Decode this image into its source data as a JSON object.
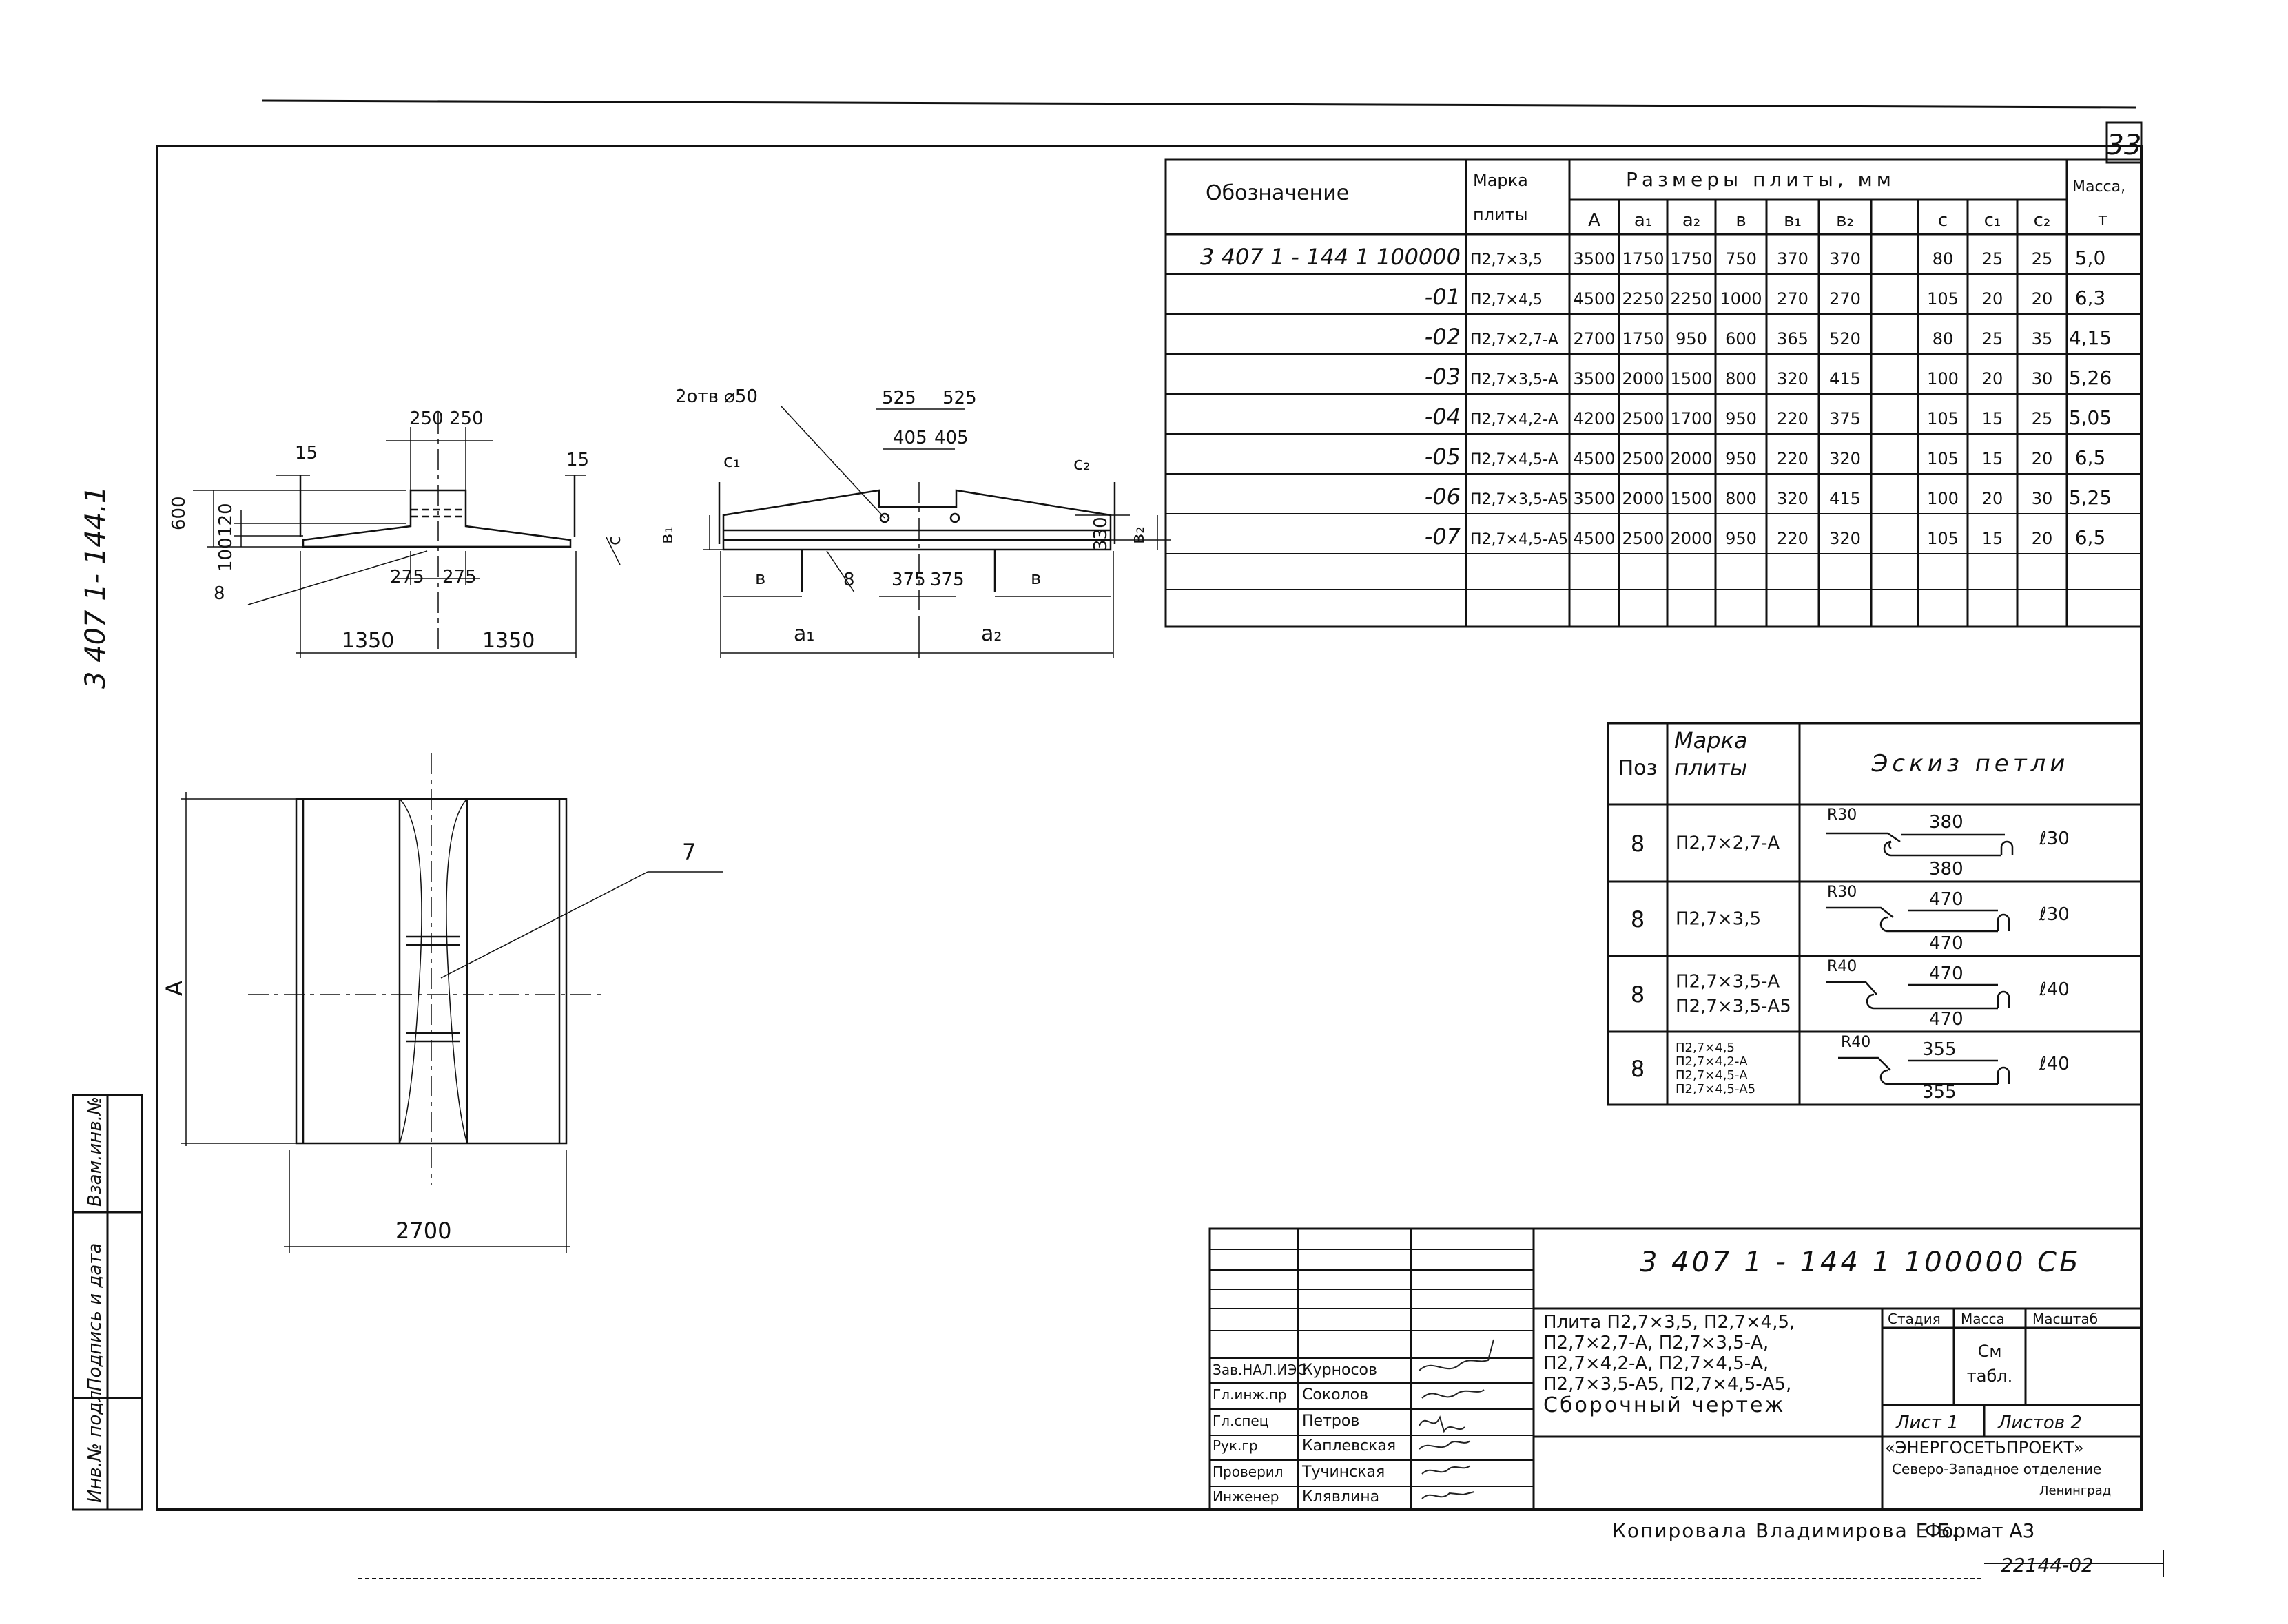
{
  "sheet_number": "33",
  "side_code": "3 407 1- 144.1",
  "main_table": {
    "hdr_designation": "Обозначение",
    "hdr_mark_1": "Марка",
    "hdr_mark_2": "плиты",
    "hdr_sizes": "Размеры плиты, мм",
    "hdr_mass_1": "Масса,",
    "hdr_mass_2": "т",
    "col_labels": [
      "A",
      "a₁",
      "a₂",
      "в",
      "в₁",
      "в₂",
      "",
      "c",
      "c₁",
      "c₂"
    ],
    "rows": [
      {
        "des": "3 407 1 - 144 1 100000",
        "mark": "П2,7×3,5",
        "vals": [
          "3500",
          "1750",
          "1750",
          "750",
          "370",
          "370",
          "",
          "80",
          "25",
          "25"
        ],
        "mass": "5,0"
      },
      {
        "des": "-01",
        "mark": "П2,7×4,5",
        "vals": [
          "4500",
          "2250",
          "2250",
          "1000",
          "270",
          "270",
          "",
          "105",
          "20",
          "20"
        ],
        "mass": "6,3"
      },
      {
        "des": "-02",
        "mark": "П2,7×2,7-А",
        "vals": [
          "2700",
          "1750",
          "950",
          "600",
          "365",
          "520",
          "",
          "80",
          "25",
          "35"
        ],
        "mass": "4,15"
      },
      {
        "des": "-03",
        "mark": "П2,7×3,5-А",
        "vals": [
          "3500",
          "2000",
          "1500",
          "800",
          "320",
          "415",
          "",
          "100",
          "20",
          "30"
        ],
        "mass": "5,26"
      },
      {
        "des": "-04",
        "mark": "П2,7×4,2-А",
        "vals": [
          "4200",
          "2500",
          "1700",
          "950",
          "220",
          "375",
          "",
          "105",
          "15",
          "25"
        ],
        "mass": "5,05"
      },
      {
        "des": "-05",
        "mark": "П2,7×4,5-А",
        "vals": [
          "4500",
          "2500",
          "2000",
          "950",
          "220",
          "320",
          "",
          "105",
          "15",
          "20"
        ],
        "mass": "6,5"
      },
      {
        "des": "-06",
        "mark": "П2,7×3,5-А5",
        "vals": [
          "3500",
          "2000",
          "1500",
          "800",
          "320",
          "415",
          "",
          "100",
          "20",
          "30"
        ],
        "mass": "5,25"
      },
      {
        "des": "-07",
        "mark": "П2,7×4,5-А5",
        "vals": [
          "4500",
          "2500",
          "2000",
          "950",
          "220",
          "320",
          "",
          "105",
          "15",
          "20"
        ],
        "mass": "6,5"
      }
    ]
  },
  "loop_table": {
    "hdr_pos": "Поз",
    "hdr_mark_1": "Марка",
    "hdr_mark_2": "плиты",
    "hdr_sketch": "Эскиз петли",
    "rows": [
      {
        "pos": "8",
        "marks": [
          "П2,7×2,7-А"
        ],
        "r": "R30",
        "top": "380",
        "bot": "380",
        "end": "ℓ30"
      },
      {
        "pos": "8",
        "marks": [
          "П2,7×3,5"
        ],
        "r": "R30",
        "top": "470",
        "bot": "470",
        "end": "ℓ30"
      },
      {
        "pos": "8",
        "marks": [
          "П2,7×3,5-А",
          "П2,7×3,5-А5"
        ],
        "r": "R40",
        "top": "470",
        "bot": "470",
        "end": "ℓ40"
      },
      {
        "pos": "8",
        "marks": [
          "П2,7×4,5",
          "П2,7×4,2-А",
          "П2,7×4,5-А",
          "П2,7×4,5-А5"
        ],
        "r": "R40",
        "top": "355",
        "bot": "355",
        "end": "ℓ40"
      }
    ]
  },
  "views": {
    "v1": {
      "d250a": "250",
      "d250b": "250",
      "d15a": "15",
      "d15b": "15",
      "d600": "600",
      "d120": "120",
      "d100": "100",
      "c": "c",
      "pos8": "8",
      "d275a": "275",
      "d275b": "275",
      "d1350a": "1350",
      "d1350b": "1350"
    },
    "v2": {
      "holes": "2отв ⌀50",
      "d525a": "525",
      "d525b": "525",
      "d405a": "405",
      "d405b": "405",
      "c1": "c₁",
      "c2": "c₂",
      "b1": "в₁",
      "b2": "в₂",
      "d330": "330",
      "b_left": "в",
      "b_right": "в",
      "pos8": "8",
      "d375a": "375",
      "d375b": "375",
      "a1": "a₁",
      "a2": "a₂"
    },
    "plan": {
      "pos7": "7",
      "A": "A",
      "d2700": "2700"
    }
  },
  "title_block": {
    "doc_code": "3 407 1 - 144 1 100000 СБ",
    "title_lines": [
      "Плита П2,7×3,5, П2,7×4,5,",
      "П2,7×2,7-А, П2,7×3,5-А,",
      "П2,7×4,2-А, П2,7×4,5-А,",
      "П2,7×3,5-А5, П2,7×4,5-А5,",
      "Сборочный чертеж"
    ],
    "stage": "Стадия",
    "mass": "Масса",
    "scale": "Масштаб",
    "mass_val_1": "См",
    "mass_val_2": "табл.",
    "sheet": "Лист 1",
    "sheets": "Листов 2",
    "org_1": "«ЭНЕРГОСЕТЬПРОЕКТ»",
    "org_2": "Северо-Западное отделение",
    "org_3": "Ленинград",
    "staff": [
      {
        "role": "Зав.НАЛ.ИЭС",
        "name": "Курносов"
      },
      {
        "role": "Гл.инж.пр",
        "name": "Соколов"
      },
      {
        "role": "Гл.спец",
        "name": "Петров"
      },
      {
        "role": "Рук.гр",
        "name": "Каплевская"
      },
      {
        "role": "Проверил",
        "name": "Тучинская"
      },
      {
        "role": "Инженер",
        "name": "Клявлина"
      }
    ]
  },
  "side_stamp": [
    "Инв.№ подл",
    "Подпись и дата",
    "Взам.инв.№"
  ],
  "footer": {
    "copied": "Копировала Владимирова Е.Б.",
    "format": "Формат А3",
    "number": "22144-02"
  }
}
